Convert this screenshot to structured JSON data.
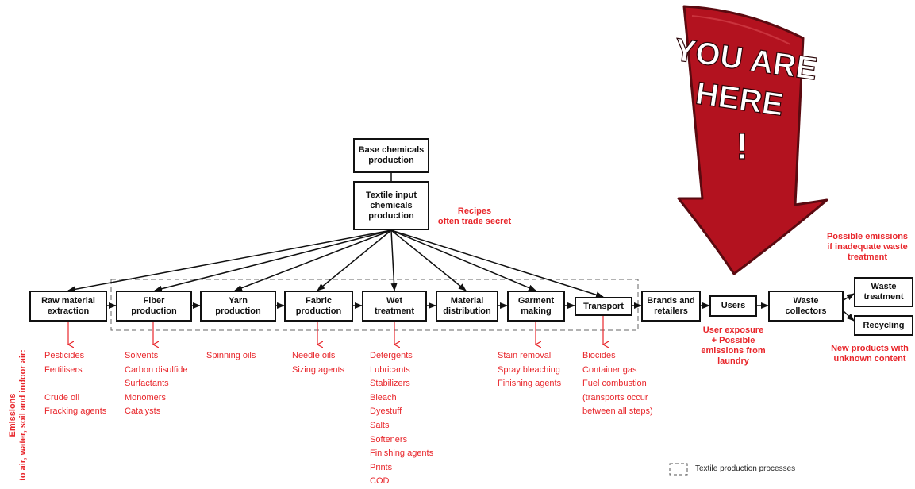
{
  "boxes": {
    "base": "Base chemicals\nproduction",
    "textile_input": "Textile input\nchemicals\nproduction",
    "raw": "Raw material\nextraction",
    "fiber": "Fiber\nproduction",
    "yarn": "Yarn\nproduction",
    "fabric": "Fabric\nproduction",
    "wet": "Wet\ntreatment",
    "distribution": "Material\ndistribution",
    "garment": "Garment\nmaking",
    "transport": "Transport",
    "brands": "Brands and\nretailers",
    "users": "Users",
    "waste_collectors": "Waste\ncollectors",
    "waste_treatment": "Waste\ntreatment",
    "recycling": "Recycling"
  },
  "emissions": {
    "raw": "Pesticides\nFertilisers\n\nCrude oil\nFracking agents",
    "fiber": "Solvents\nCarbon disulfide\nSurfactants\nMonomers\nCatalysts",
    "yarn": "Spinning oils",
    "fabric": "Needle oils\nSizing agents",
    "wet": "Detergents\nLubricants\nStabilizers\nBleach\nDyestuff\nSalts\nSofteners\nFinishing agents\nPrints\nCOD",
    "garment": "Stain removal\nSpray bleaching\nFinishing agents",
    "transport": "Biocides\nContainer gas\nFuel combustion\n(transports occur\nbetween all steps)"
  },
  "notes": {
    "recipes": "Recipes\noften trade secret",
    "possible_emissions": "Possible emissions\nif inadequate waste\ntreatment",
    "user_exposure": "User exposure\n+ Possible\nemissions from\nlaundry",
    "new_products": "New products with\nunknown content",
    "side_label": "Emissions\nto air, water, soil and indoor air:"
  },
  "legend": {
    "label": "Textile production processes"
  },
  "banner": {
    "line1": "YOU ARE",
    "line2": "HERE",
    "line3": "!"
  },
  "colors": {
    "emission_red": "#e8262b",
    "arrow_fill": "#b3121f",
    "box_border": "#111111"
  }
}
